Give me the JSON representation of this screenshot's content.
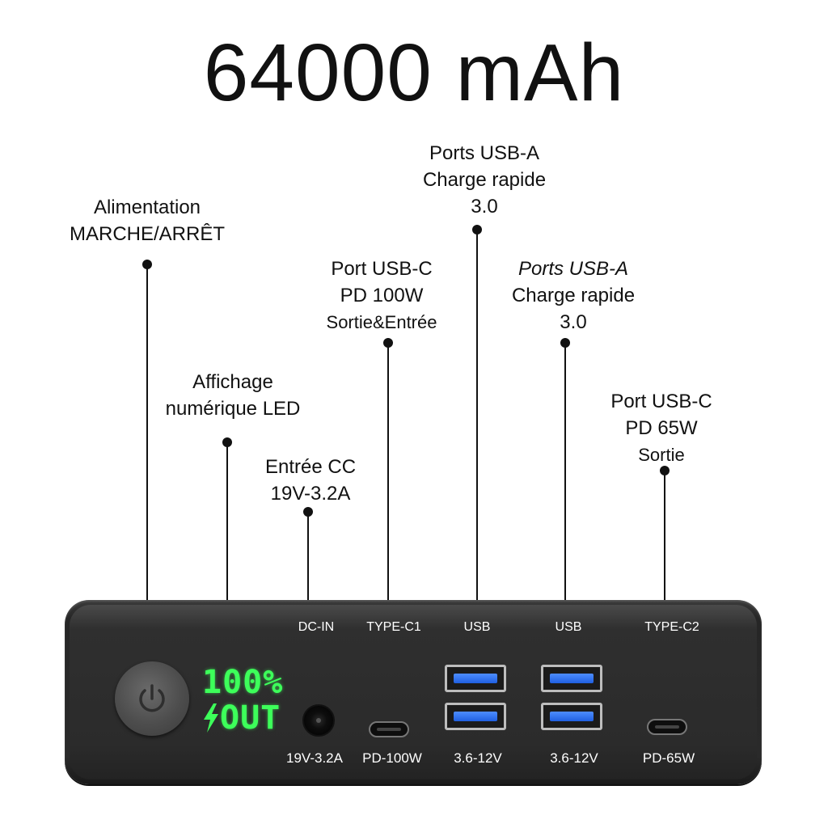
{
  "title": "64000 mAh",
  "callouts": {
    "power": {
      "line1": "Alimentation",
      "line2": "MARCHE/ARRÊT"
    },
    "display": {
      "line1": "Affichage",
      "line2": "numérique LED"
    },
    "dc_in": {
      "line1": "Entrée CC",
      "line2": "19V-3.2A"
    },
    "usbc1": {
      "line1": "Port USB-C",
      "line2": "PD 100W",
      "line3": "Sortie&Entrée"
    },
    "usba1": {
      "line1": "Ports USB-A",
      "line2": "Charge rapide",
      "line3": "3.0"
    },
    "usba2": {
      "line1": "Ports USB-A",
      "line2": "Charge rapide",
      "line3": "3.0"
    },
    "usbc2": {
      "line1": "Port USB-C",
      "line2": "PD 65W",
      "line3": "Sortie"
    }
  },
  "device": {
    "lcd": {
      "percent": "100%",
      "mode": "OUT",
      "bolt_icon": "lightning-bolt-icon"
    },
    "power_icon": "power-icon",
    "ports_top": [
      "DC-IN",
      "TYPE-C1",
      "USB",
      "USB",
      "TYPE-C2"
    ],
    "ports_bottom": [
      "19V-3.2A",
      "PD-100W",
      "3.6-12V",
      "3.6-12V",
      "PD-65W"
    ]
  },
  "colors": {
    "lcd_green": "#3dff5a",
    "usb_blue": "#2f6ff0",
    "body": "#2b2b2b"
  }
}
